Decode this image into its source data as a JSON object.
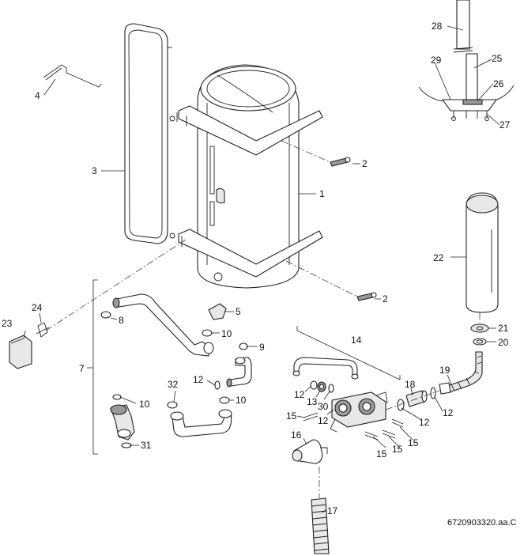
{
  "labels": {
    "l1": "1",
    "l2a": "2",
    "l2b": "2",
    "l3": "3",
    "l4": "4",
    "l5": "5",
    "l7": "7",
    "l8": "8",
    "l9": "9",
    "l10a": "10",
    "l10b": "10",
    "l10c": "10",
    "l12a": "12",
    "l12b": "12",
    "l12c": "12",
    "l12d": "12",
    "l12e": "12",
    "l13": "13",
    "l14": "14",
    "l15a": "15",
    "l15b": "15",
    "l15c": "15",
    "l15d": "15",
    "l16": "16",
    "l17": "17",
    "l18": "18",
    "l19": "19",
    "l20": "20",
    "l21": "21",
    "l22": "22",
    "l23": "23",
    "l24": "24",
    "l25": "25",
    "l26": "26",
    "l27": "27",
    "l28": "28",
    "l29": "29",
    "l30": "30",
    "l31": "31",
    "l32": "32"
  },
  "drawing_code": "6720903320.aa.C"
}
